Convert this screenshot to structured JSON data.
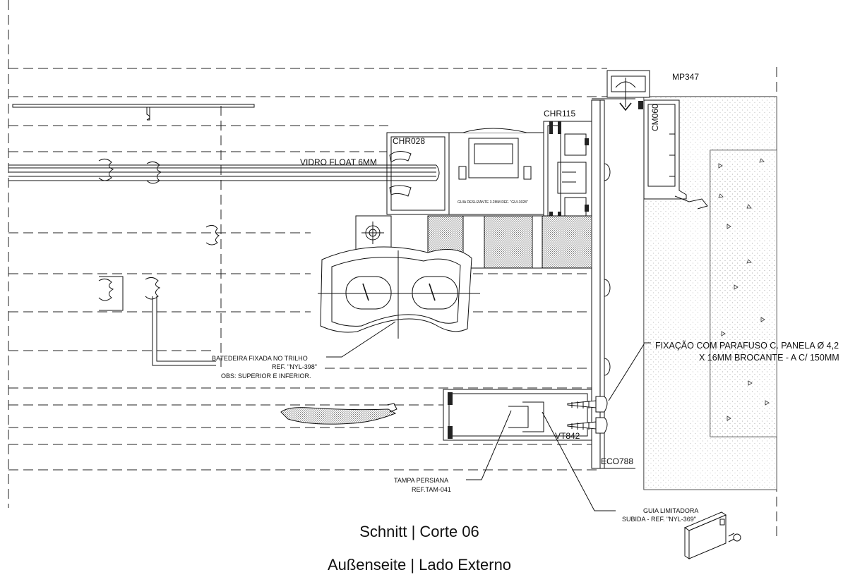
{
  "drawing": {
    "profile_labels": {
      "mp347": "MP347",
      "chr115": "CHR115",
      "chr028": "CHR028",
      "cm060": "CM060",
      "vt842": "VT842",
      "eco788": "ECO788"
    },
    "glass_label": "VIDRO FLOAT 6MM",
    "slide_guide_label": "GUIA DESLIZANTE 3.2MM REF. \"GUI-3028\"",
    "fixing_note": {
      "line1": "FIXAÇÃO COM PARAFUSO C. PANELA Ø 4,2",
      "line2": "X 16MM  BROCANTE - A C/ 150MM"
    },
    "stopper_note": {
      "line1": "BATEDEIRA FIXADA NO TRILHO",
      "line2": "REF. \"NYL-398\"",
      "line3": "OBS: SUPERIOR E INFERIOR."
    },
    "cover_note": {
      "line1": "TAMPA PERSIANA",
      "line2": "REF.TAM-041"
    },
    "guide_note": {
      "line1": "GUIA LIMITADORA",
      "line2": "SUBIDA - REF. \"NYL-369\""
    }
  },
  "captions": {
    "section": "Schnitt | Corte 06",
    "side": "Außenseite | Lado Externo"
  }
}
